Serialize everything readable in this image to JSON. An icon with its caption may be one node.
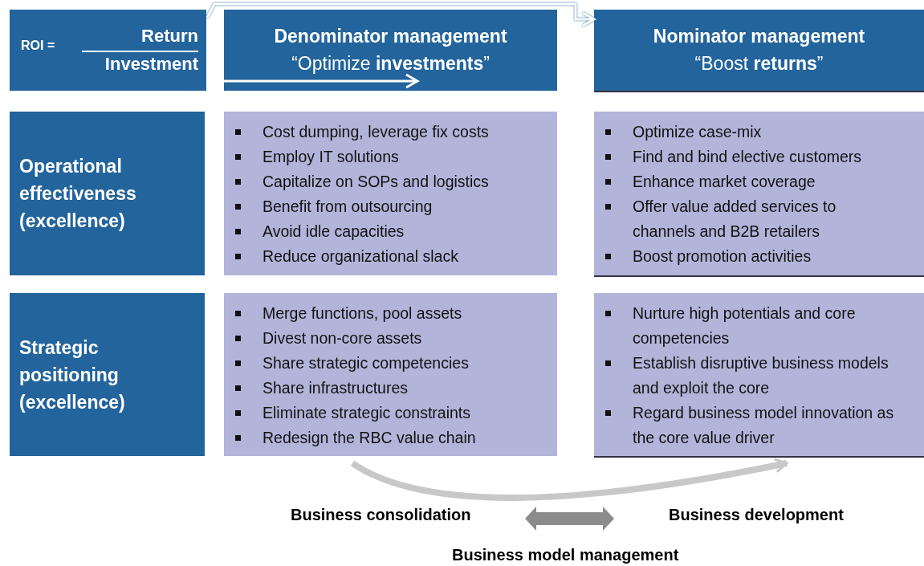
{
  "diagram": {
    "nodes": [
      {
        "text": [
          "ROI =",
          "Return",
          "Investment"
        ]
      },
      {
        "text": [
          "Denominator management",
          "“Optimize **investments**”"
        ]
      },
      {
        "text": [
          "Nominator management",
          "“Boost **returns**”"
        ]
      },
      {
        "text": [
          "Operational effectiveness (excellence)"
        ]
      },
      {
        "text": [
          "Cost dumping, leverage fix costs",
          "Employ IT solutions",
          "Capitalize on SOPs and logistics",
          "Benefit from outsourcing",
          "Avoid idle capacities",
          "Reduce organizational slack"
        ]
      },
      {
        "text": [
          "Optimize case-mix",
          "Find and bind elective customers",
          "Enhance market coverage",
          "Offer value added services to channels and B2B retailers",
          "Boost promotion activities"
        ]
      },
      {
        "text": [
          "Strategic positioning (excellence)"
        ]
      },
      {
        "text": [
          "Merge functions, pool assets",
          "Divest non-core assets",
          "Share strategic competencies",
          "Share infrastructures",
          "Eliminate strategic constraints",
          "Redesign the RBC value chain"
        ]
      },
      {
        "text": [
          "Nurture high potentials and core competencies",
          "Establish disruptive business models and exploit the core",
          "Regard business model innovation as the core value driver"
        ]
      },
      {
        "text": [
          "Business consolidation"
        ]
      },
      {
        "text": [
          "Business development"
        ]
      }
    ],
    "edges": [
      {
        "from": 0,
        "to": 2,
        "arrow": "to",
        "color": "#ffffff"
      },
      {
        "from": 0,
        "to": 1,
        "arrow": "to",
        "color": "#ffffff"
      },
      {
        "from": 7,
        "to": 8,
        "arrow": "to",
        "color": "#c8c8c8",
        "style": "thick"
      },
      {
        "from": 9,
        "to": 10,
        "arrow": "both",
        "color": "#8c8c8c",
        "style": "thick"
      }
    ],
    "labels": [
      "Business model management"
    ]
  }
}
